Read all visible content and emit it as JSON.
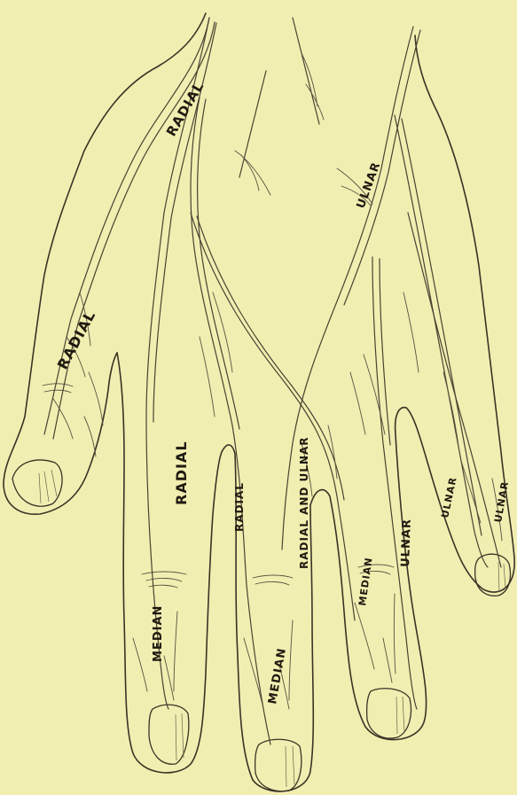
{
  "labels": {
    "radial_wrist": "RADIAL",
    "radial_thumb": "RADIAL",
    "radial_index": "RADIAL",
    "radial_middle": "RADIAL",
    "radial_and_ulnar": "RADIAL AND ULNAR",
    "ulnar_upper": "ULNAR",
    "ulnar_ring": "ULNAR",
    "ulnar_little_a": "ULNAR",
    "ulnar_little_b": "ULNAR",
    "median_index": "MEDIAN",
    "median_middle": "MEDIAN",
    "median_ring": "MEDIAN"
  }
}
